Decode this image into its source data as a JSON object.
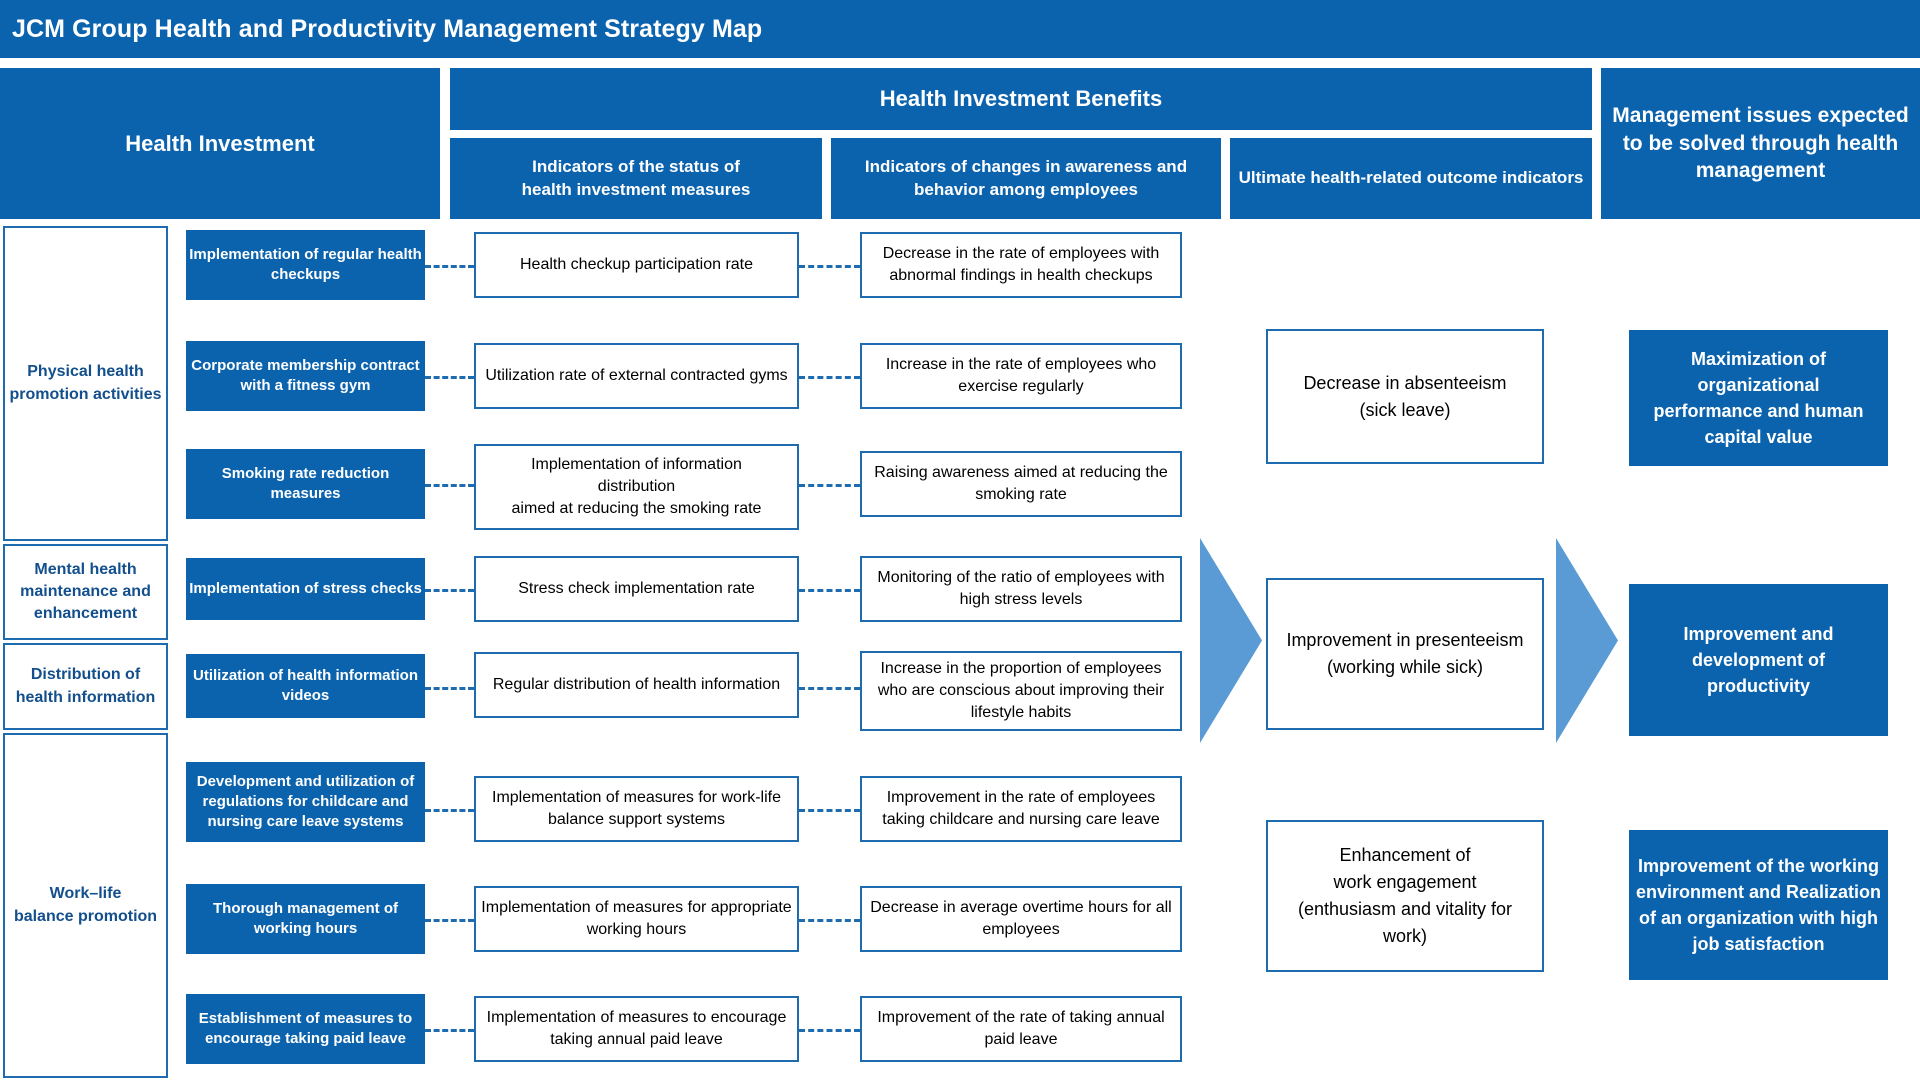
{
  "title": "JCM Group Health and Productivity Management Strategy Map",
  "theme": {
    "header_blue": "#0B63AE",
    "border_blue": "#1F6BB0",
    "category_text_blue": "#134F8C",
    "arrow_blue": "#5B9BD5",
    "white": "#FFFFFF"
  },
  "header": {
    "investment": "Health Investment",
    "benefits": "Health Investment Benefits",
    "sub_status": "Indicators of the status of\nhealth investment measures",
    "sub_status_line1": "Indicators of the status of",
    "sub_status_line2": "health investment measures",
    "sub_awareness_line1": "Indicators of changes in awareness and",
    "sub_awareness_line2": "behavior among employees",
    "sub_outcome": "Ultimate health-related outcome indicators",
    "issues_line1": "Management issues expected",
    "issues_line2": "to be solved through health",
    "issues_line3": "management"
  },
  "categories": [
    {
      "id": "physical",
      "label_line1": "Physical health",
      "label_line2": "promotion activities"
    },
    {
      "id": "mental",
      "label_line1": "Mental health",
      "label_line2": "maintenance and",
      "label_line3": "enhancement"
    },
    {
      "id": "info",
      "label_line1": "Distribution of",
      "label_line2": "health information"
    },
    {
      "id": "worklife",
      "label_line1": "Work–life",
      "label_line2": "balance promotion"
    }
  ],
  "rows": [
    {
      "measure": "Implementation of regular health checkups",
      "indicator": "Health checkup participation rate",
      "awareness": "Decrease in the rate of employees with abnormal findings in health checkups"
    },
    {
      "measure": "Corporate membership contract with a fitness gym",
      "indicator": "Utilization rate of external contracted gyms",
      "awareness": "Increase in the rate of employees who exercise regularly"
    },
    {
      "measure": "Smoking rate reduction measures",
      "indicator": "Implementation of information distribution\naimed at reducing the smoking rate",
      "awareness": "Raising awareness aimed at reducing the smoking rate"
    },
    {
      "measure": "Implementation of stress checks",
      "indicator": "Stress check implementation rate",
      "awareness": "Monitoring of the ratio of employees with high stress levels"
    },
    {
      "measure": "Utilization of health information videos",
      "indicator": "Regular distribution of health information",
      "awareness": "Increase in the proportion of employees who are conscious about improving their lifestyle habits"
    },
    {
      "measure": "Development and utilization of regulations for childcare and nursing care leave systems",
      "indicator": "Implementation of measures for work-life balance support systems",
      "awareness": "Improvement in the rate of employees taking childcare and nursing care leave"
    },
    {
      "measure": "Thorough management of working hours",
      "indicator": "Implementation of measures for appropriate working hours",
      "awareness": "Decrease in average overtime hours for all employees"
    },
    {
      "measure": "Establishment of measures to encourage taking paid leave",
      "indicator": "Implementation of measures to encourage taking annual paid leave",
      "awareness": "Improvement of the rate of taking annual paid leave"
    }
  ],
  "outcomes": [
    {
      "line1": "Decrease in absenteeism",
      "line2": "(sick leave)"
    },
    {
      "line1": "Improvement in presenteeism",
      "line2": "(working while sick)"
    },
    {
      "line1": "Enhancement of",
      "line2": "work engagement",
      "line3": "(enthusiasm and vitality for",
      "line4": "work)"
    }
  ],
  "issues": [
    {
      "line1": "Maximization of",
      "line2": "organizational",
      "line3": "performance and human",
      "line4": "capital value"
    },
    {
      "line1": "Improvement  and",
      "line2": "development of",
      "line3": "productivity"
    },
    {
      "line1": "Improvement of the working",
      "line2": "environment and Realization",
      "line3": "of an organization with high",
      "line4": "job satisfaction"
    }
  ],
  "arrows": [
    {
      "name": "arrow-to-outcomes"
    },
    {
      "name": "arrow-to-issues"
    }
  ]
}
